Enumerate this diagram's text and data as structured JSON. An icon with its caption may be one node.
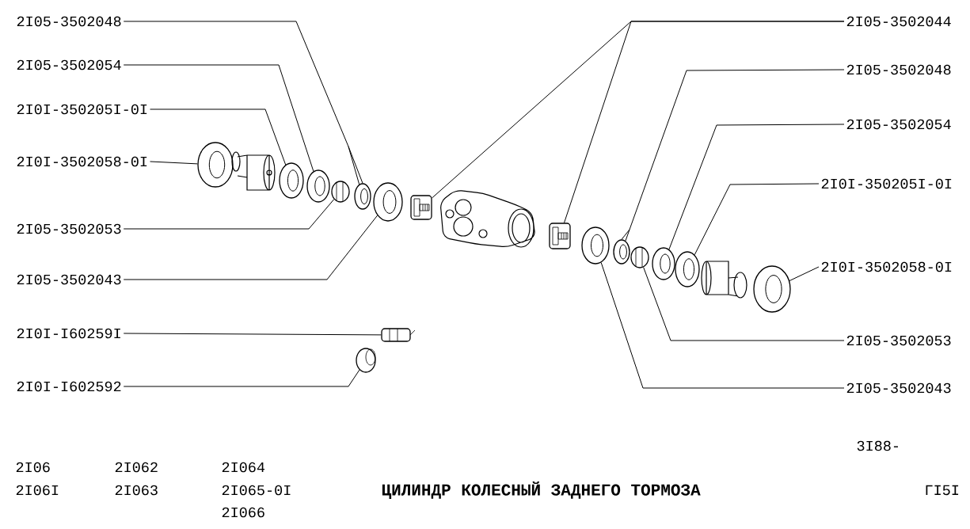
{
  "diagram": {
    "title": "ЦИЛИНДР КОЛЕСНЫЙ ЗАДНЕГО ТОРМОЗА",
    "nodes": [
      {
        "text": [
          "2I05-3502048"
        ]
      },
      {
        "text": [
          "2I05-3502054"
        ]
      },
      {
        "text": [
          "2I0I-350205I-0I"
        ]
      },
      {
        "text": [
          "2I0I-3502058-0I"
        ]
      },
      {
        "text": [
          "2I05-3502053"
        ]
      },
      {
        "text": [
          "2I05-3502043"
        ]
      },
      {
        "text": [
          "2I0I-I60259I"
        ]
      },
      {
        "text": [
          "2I0I-I602592"
        ]
      },
      {
        "text": [
          "2I05-3502044"
        ]
      },
      {
        "text": [
          "2I05-3502048"
        ]
      },
      {
        "text": [
          "2I05-3502054"
        ]
      },
      {
        "text": [
          "2I0I-350205I-0I"
        ]
      },
      {
        "text": [
          "2I0I-3502058-0I"
        ]
      },
      {
        "text": [
          "2I05-3502053"
        ]
      },
      {
        "text": [
          "2I05-3502043"
        ]
      },
      {
        "text": [],
        "shape": "picture"
      },
      {
        "text": [],
        "shape": "picture"
      },
      {
        "text": [],
        "shape": "picture"
      },
      {
        "text": [],
        "shape": "picture"
      },
      {
        "text": [],
        "shape": "picture"
      },
      {
        "text": [],
        "shape": "picture"
      },
      {
        "text": [],
        "shape": "picture"
      },
      {
        "text": [],
        "shape": "picture"
      },
      {
        "text": [],
        "shape": "picture"
      },
      {
        "text": [],
        "shape": "picture"
      },
      {
        "text": [],
        "shape": "picture"
      },
      {
        "text": [],
        "shape": "picture"
      },
      {
        "text": [],
        "shape": "picture"
      },
      {
        "text": [],
        "shape": "picture"
      },
      {
        "text": [],
        "shape": "picture"
      },
      {
        "text": [],
        "shape": "picture"
      }
    ],
    "edges": [
      {
        "from": 0,
        "to": 19,
        "arrow": "none"
      },
      {
        "from": 1,
        "to": 17,
        "arrow": "none"
      },
      {
        "from": 2,
        "to": 16,
        "arrow": "none"
      },
      {
        "from": 3,
        "to": 15,
        "arrow": "none"
      },
      {
        "from": 4,
        "to": 18,
        "arrow": "none"
      },
      {
        "from": 5,
        "to": 21,
        "arrow": "none"
      },
      {
        "from": 6,
        "to": 22,
        "arrow": "none"
      },
      {
        "from": 7,
        "to": 20,
        "arrow": "none"
      },
      {
        "from": 8,
        "to": 23,
        "arrow": "none"
      },
      {
        "from": 8,
        "to": 24,
        "arrow": "none"
      },
      {
        "from": 9,
        "to": 26,
        "arrow": "none"
      },
      {
        "from": 10,
        "to": 28,
        "arrow": "none"
      },
      {
        "from": 11,
        "to": 29,
        "arrow": "none"
      },
      {
        "from": 12,
        "to": 30,
        "arrow": "none"
      },
      {
        "from": 13,
        "to": 27,
        "arrow": "none"
      },
      {
        "from": 14,
        "to": 25,
        "arrow": "none"
      }
    ],
    "labels": [
      "3I88-",
      "2I06",
      "2I062",
      "2I064",
      "2I06I",
      "2I063",
      "2I065-0I",
      "2I066",
      "ГI5I"
    ]
  }
}
